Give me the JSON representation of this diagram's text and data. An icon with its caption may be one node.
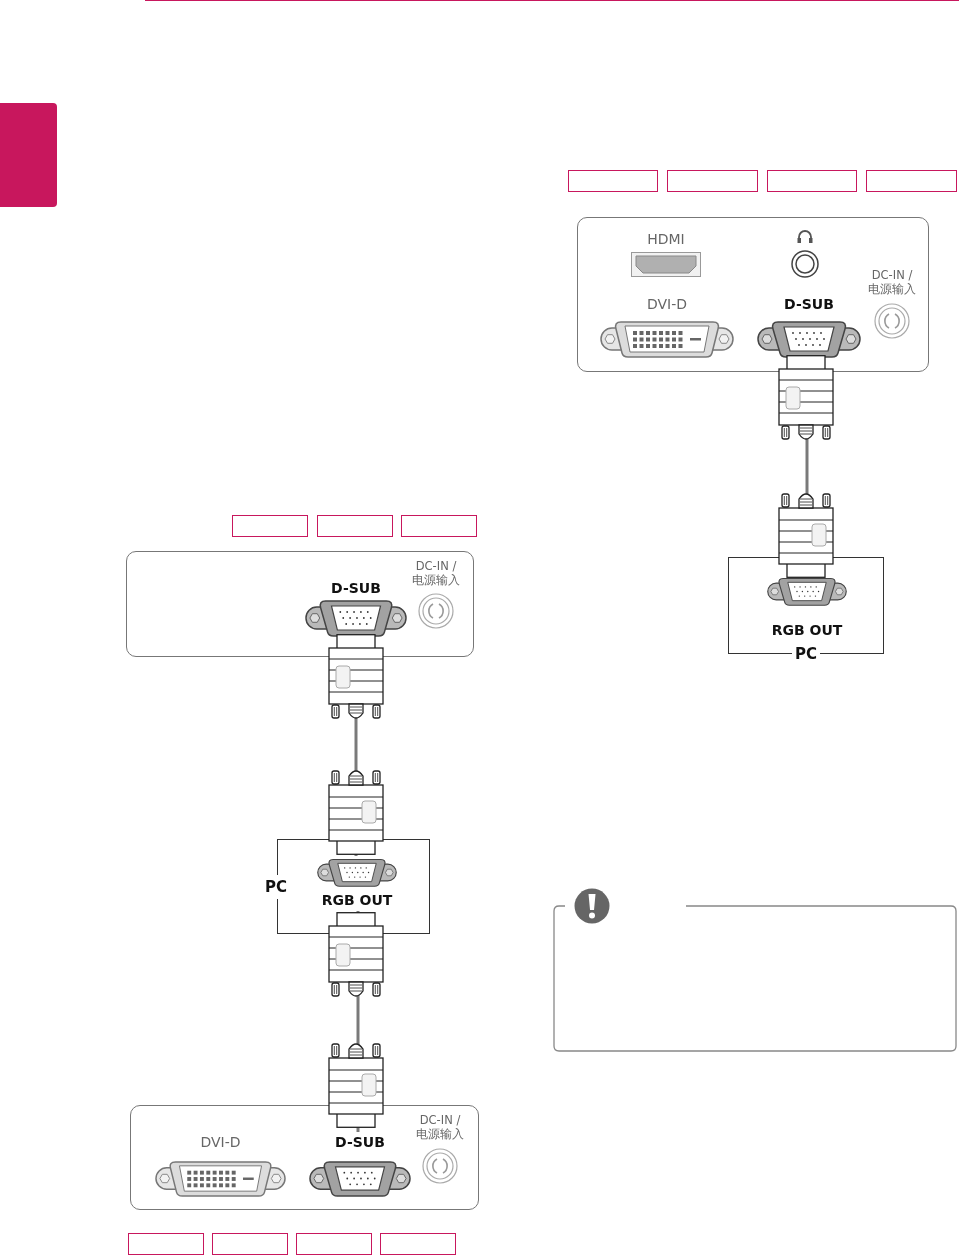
{
  "diagram": {
    "nodes": [
      {
        "text": [],
        "shape": "box"
      },
      {
        "text": [],
        "shape": "box"
      },
      {
        "text": [],
        "shape": "box"
      },
      {
        "text": [],
        "shape": "box"
      },
      {
        "text": [],
        "shape": "box"
      },
      {
        "text": [
          "HDMI"
        ],
        "in": 4
      },
      {
        "text": [
          "DVI-D"
        ],
        "in": 4
      },
      {
        "text": [
          "D-SUB"
        ],
        "in": 4
      },
      {
        "text": [
          "DC-IN / 电源输入"
        ],
        "in": 4
      },
      {
        "text": [
          "PC"
        ]
      },
      {
        "text": [
          "RGB OUT"
        ],
        "in": 9
      },
      {
        "text": [],
        "shape": "box"
      },
      {
        "text": [],
        "shape": "box"
      },
      {
        "text": [],
        "shape": "box"
      },
      {
        "text": [],
        "shape": "box"
      },
      {
        "text": [
          "D-SUB"
        ],
        "in": 14
      },
      {
        "text": [
          "DC-IN / 电源输入"
        ],
        "in": 14
      },
      {
        "text": [
          "PC"
        ]
      },
      {
        "text": [
          "RGB OUT"
        ],
        "in": 17
      },
      {
        "text": [],
        "shape": "box"
      },
      {
        "text": [
          "DVI-D"
        ],
        "in": 19
      },
      {
        "text": [
          "D-SUB"
        ],
        "in": 19
      },
      {
        "text": [
          "DC-IN / 电源输入"
        ],
        "in": 19
      },
      {
        "text": [],
        "shape": "box"
      },
      {
        "text": [],
        "shape": "box"
      },
      {
        "text": [],
        "shape": "box"
      },
      {
        "text": [],
        "shape": "box"
      },
      {
        "text": [],
        "shape": "box"
      },
      {
        "text": [],
        "shape": "box"
      }
    ],
    "edges": [
      {
        "from": 7,
        "to": 10,
        "arrow": "none"
      },
      {
        "from": 15,
        "to": 18,
        "arrow": "none"
      },
      {
        "from": 18,
        "to": 21,
        "arrow": "none"
      }
    ]
  }
}
